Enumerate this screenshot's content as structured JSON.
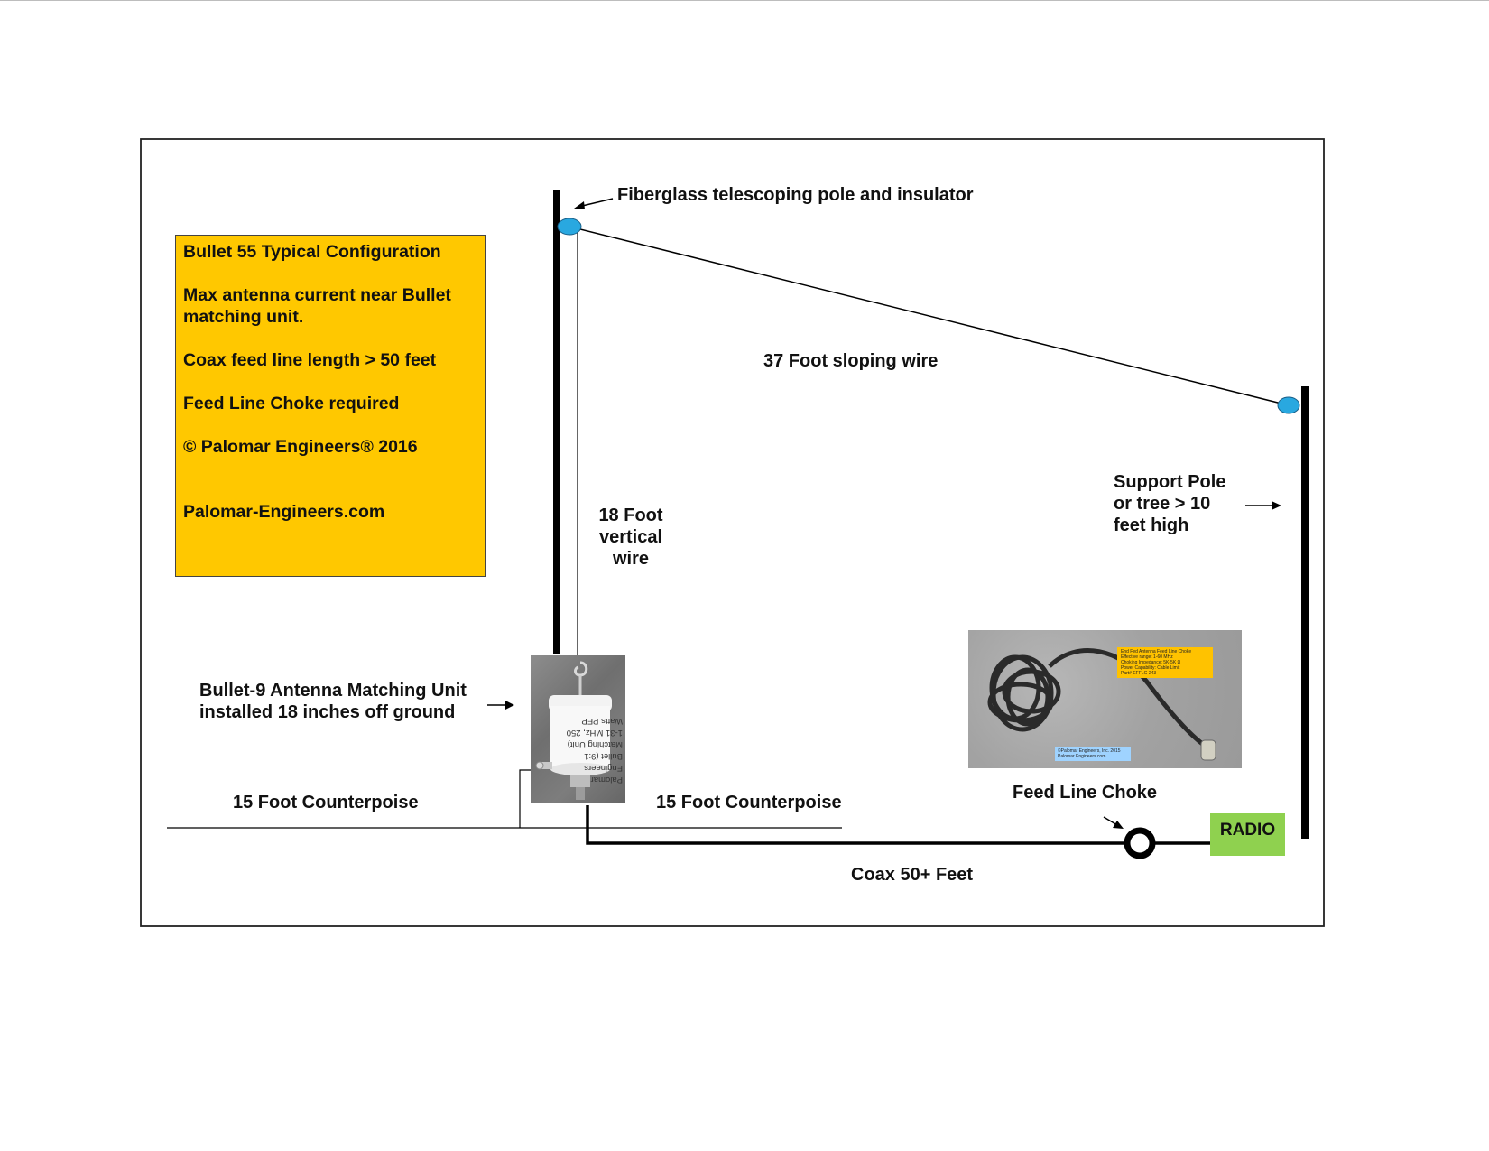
{
  "info_box": {
    "title": "Bullet 55 Typical Configuration",
    "line1": "Max antenna current near Bullet",
    "line2": "matching unit.",
    "line3": "Coax feed line length > 50 feet",
    "line4": "Feed Line Choke required",
    "line5": "© Palomar Engineers® 2016",
    "line6": "Palomar-Engineers.com"
  },
  "labels": {
    "pole_insulator": "Fiberglass telescoping pole and insulator",
    "sloping_wire": "37 Foot sloping wire",
    "vertical_wire_1": "18 Foot",
    "vertical_wire_2": "vertical",
    "vertical_wire_3": "wire",
    "support_pole_1": "Support Pole",
    "support_pole_2": "or tree > 10",
    "support_pole_3": "feet high",
    "matching_unit_1": "Bullet-9 Antenna Matching Unit",
    "matching_unit_2": "installed 18 inches off ground",
    "counterpoise_left": "15 Foot Counterpoise",
    "counterpoise_right": "15 Foot Counterpoise",
    "feed_line_choke": "Feed Line Choke",
    "coax": "Coax 50+ Feet",
    "radio": "RADIO"
  },
  "choke_photo": {
    "tag_line1": "End Fed Antenna Feed Line Choke",
    "tag_line2": "Effective range: 1-60 MHz",
    "tag_line3": "Choking Impedance: 5K-5K Ω",
    "tag_line4": "Power Capability: Cable Limit",
    "tag_line5": "Part# EFFLC-243",
    "tag2_line1": "©Palomar Engineers, Inc. 2015",
    "tag2_line2": "Palomar Engineers.com"
  },
  "unit_photo": {
    "text_line1": "Palomar Engineers",
    "text_line2": "Bullet (9:1 Matching Unit)",
    "text_line3": "1-31 MHz, 250 Watts PEP"
  },
  "colors": {
    "info_box_bg": "#ffc800",
    "radio_bg": "#8fd14f",
    "insulator": "#29a8e0",
    "choke_tag": "#ffc200"
  }
}
